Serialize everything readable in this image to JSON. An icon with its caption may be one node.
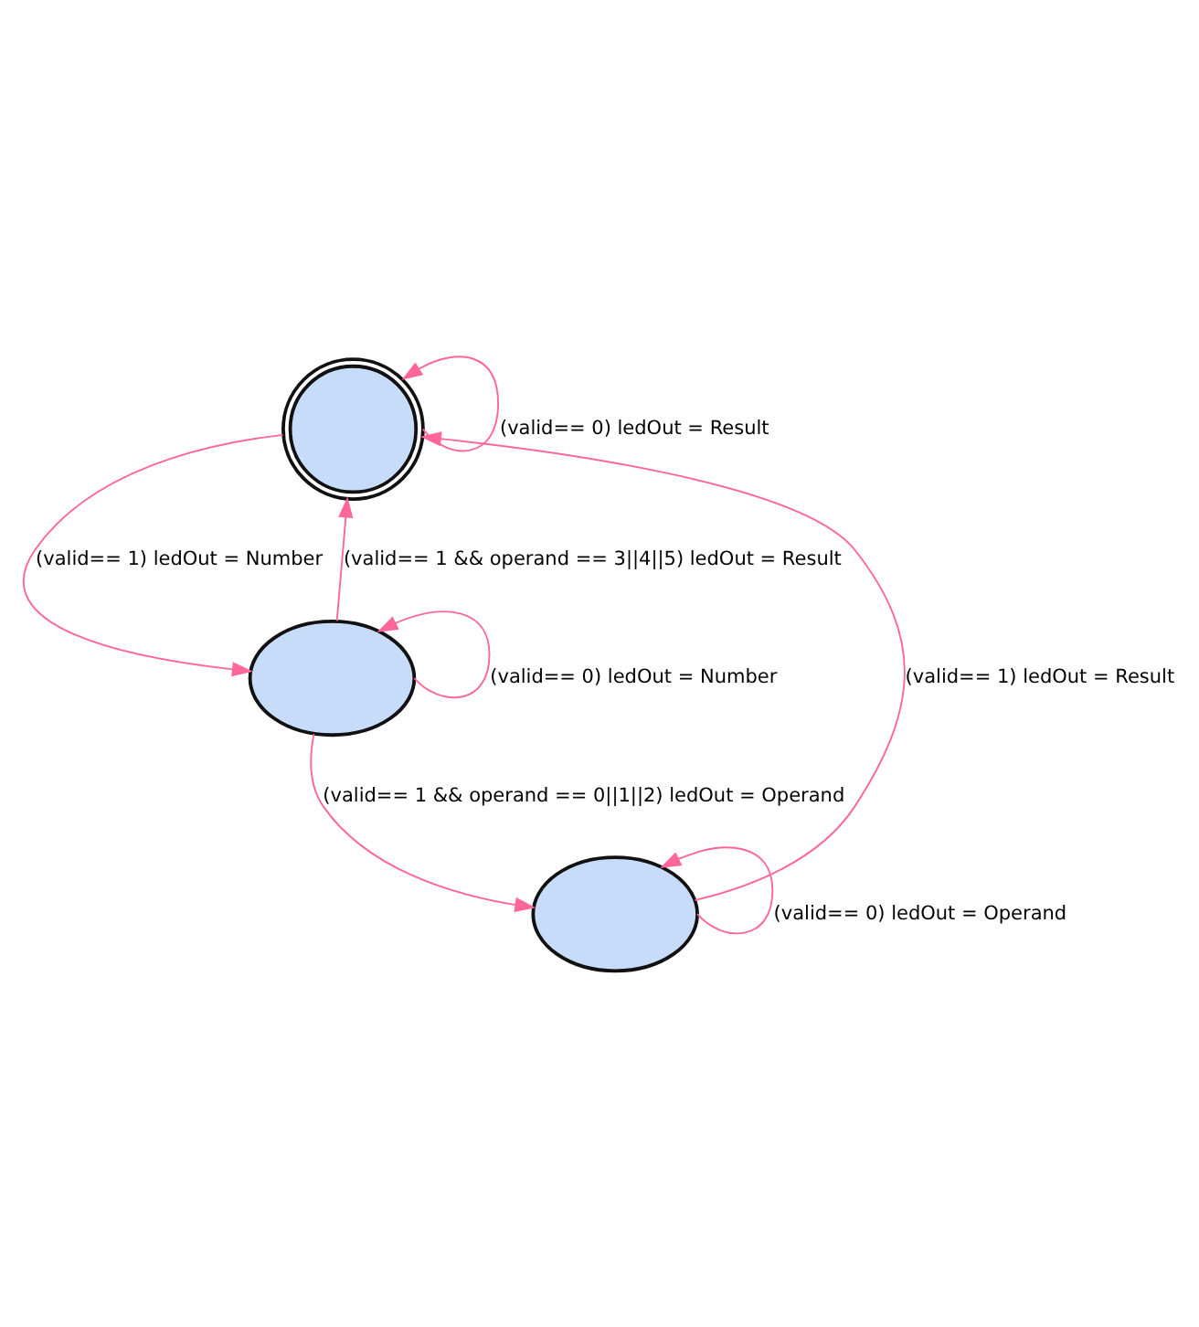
{
  "diagram": {
    "nodes": [
      {
        "text": [],
        "shape": "doublecircle"
      },
      {
        "text": [],
        "shape": "ellipse"
      },
      {
        "text": [],
        "shape": "ellipse"
      }
    ],
    "edges": [
      {
        "from": 1,
        "to": 0,
        "arrow": "to",
        "label": "(valid== 1 && operand == 3||4||5) ledOut = Result"
      },
      {
        "from": 0,
        "to": 0,
        "arrow": "to",
        "label": "(valid== 0) ledOut = Result"
      },
      {
        "from": 0,
        "to": 1,
        "arrow": "to",
        "label": "(valid== 1) ledOut = Number"
      },
      {
        "from": 1,
        "to": 1,
        "arrow": "to",
        "label": "(valid== 0) ledOut = Number"
      },
      {
        "from": 1,
        "to": 2,
        "arrow": "to",
        "label": "(valid== 1 && operand == 0||1||2) ledOut = Operand"
      },
      {
        "from": 2,
        "to": 2,
        "arrow": "to",
        "label": "(valid== 0) ledOut = Operand"
      },
      {
        "from": 2,
        "to": 0,
        "arrow": "to",
        "label": "(valid== 1) ledOut = Result"
      }
    ]
  }
}
